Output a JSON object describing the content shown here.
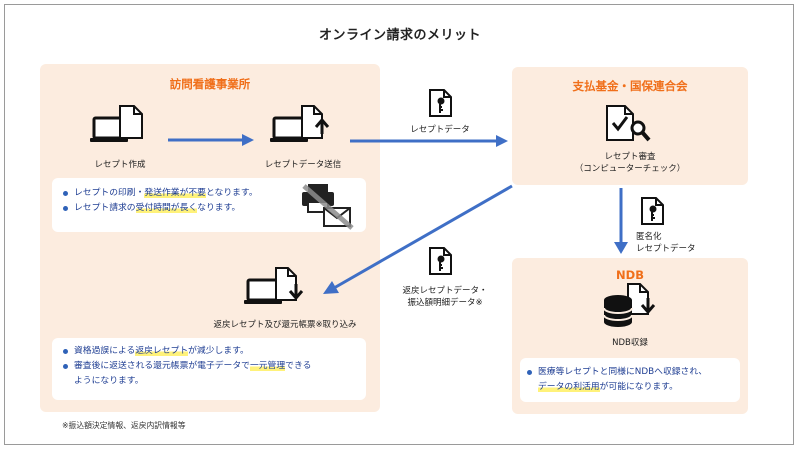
{
  "title": "オンライン請求のメリット",
  "left_panel": {
    "title": "訪問看護事業所",
    "icon_left_label": "レセプト作成",
    "icon_right_label": "レセプトデータ送信",
    "bullets": [
      {
        "pre": "レセプトの印刷・",
        "hl": "発送作業が不要",
        "post": "となります。"
      },
      {
        "pre": "レセプト請求の",
        "hl": "受付時間が長く",
        "post": "なります。"
      }
    ],
    "return_label": "返戻レセプト及び還元帳票※取り込み",
    "bullets2": [
      {
        "pre": "資格過誤による",
        "hl": "返戻レセプト",
        "post": "が減少します。"
      },
      {
        "pre": "審査後に返送される還元帳票が電子データで",
        "hl": "一元管理",
        "post": "できる"
      },
      {
        "pre": "",
        "hl": "",
        "post": "ようになります。"
      }
    ]
  },
  "right_panel": {
    "title": "支払基金・国保連合会",
    "check_label_1": "レセプト審査",
    "check_label_2": "（コンピューターチェック）"
  },
  "ndb_panel": {
    "title": "NDB",
    "ndb_label": "NDB収録",
    "bullets": [
      {
        "pre": "医療等レセプトと同様にNDBへ収録され、",
        "hl": "",
        "post": ""
      },
      {
        "pre": "",
        "hl": "データの利活用",
        "post": "が可能になります。"
      }
    ]
  },
  "arrows": {
    "receipt_data_label": "レセプトデータ",
    "anon_label_1": "匿名化",
    "anon_label_2": "レセプトデータ",
    "return_label_1": "返戻レセプトデータ・",
    "return_label_2": "振込額明細データ※"
  },
  "footnote": "※振込額決定情報、返戻内訳情報等",
  "colors": {
    "accent": "#f06f1a",
    "arrow": "#3f6fc6",
    "panel_bg": "#fcecdf",
    "text_blue": "#1f3e93",
    "highlight": "#fff27a"
  }
}
